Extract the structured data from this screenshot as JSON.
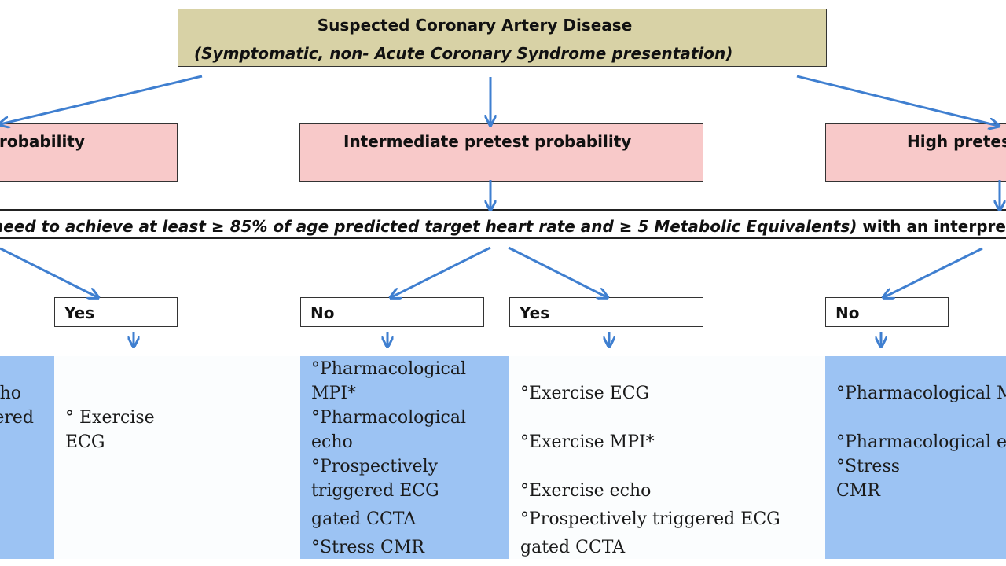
{
  "top": {
    "title": "Suspected Coronary Artery Disease",
    "subtitle": "(Symptomatic, non- Acute Coronary Syndrome presentation)"
  },
  "probability": {
    "low_fragment": "robability",
    "intermediate": "Intermediate pretest probability",
    "high_fragment": "High pretes"
  },
  "exercise_question": {
    "italic_part": "need to achieve at least ≥ 85% of age predicted target heart rate and ≥ 5 Metabolic Equivalents)",
    "plain_part": " with an interpretable"
  },
  "answers": {
    "low_yes": "Yes",
    "intermediate_no": "No",
    "intermediate_yes": "Yes",
    "high_no": "No"
  },
  "tests": {
    "low_no_fragments": [
      "ho",
      "ered"
    ],
    "low_yes": [
      "° Exercise",
      "ECG"
    ],
    "intermediate_no": [
      "°Pharmacological",
      "MPI*",
      "°Pharmacological",
      "echo",
      "°Prospectively",
      "triggered ECG",
      "gated CCTA",
      "°Stress CMR"
    ],
    "intermediate_yes": [
      "°Exercise ECG",
      "°Exercise MPI*",
      "°Exercise echo",
      "°Prospectively triggered ECG",
      "gated CCTA"
    ],
    "high_no": [
      "°Pharmacological M",
      "°Pharmacological e",
      "°Stress",
      "CMR"
    ]
  },
  "colors": {
    "top_box": "#d8d2a6",
    "probability_box": "#f8c9c9",
    "panel_blue": "#9cc3f3",
    "arrow": "#3f7fd0"
  }
}
